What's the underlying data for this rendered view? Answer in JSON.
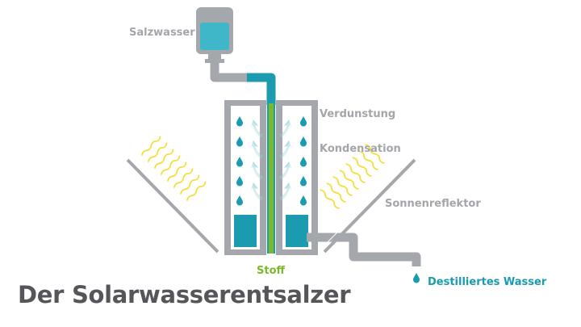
{
  "title": "Der Solarwasserentsalzer",
  "labels": {
    "saltwater": "Salzwasser",
    "evaporation": "Verdunstung",
    "condensation": "Kondensation",
    "reflector": "Sonnenreflektor",
    "substance": "Stoff",
    "distilled": "Destilliertes Wasser"
  },
  "colors": {
    "water": "#1a9bb0",
    "water_light": "#3fb7c9",
    "green": "#7ab929",
    "gray_structure": "#a4a7ab",
    "sun_rays": "#f4de3e",
    "label_gray": "#a3a5a9",
    "title_gray": "#555659"
  },
  "icons": [
    "water-droplet-icon",
    "curved-arrow-icon",
    "sun-ray-icon"
  ]
}
